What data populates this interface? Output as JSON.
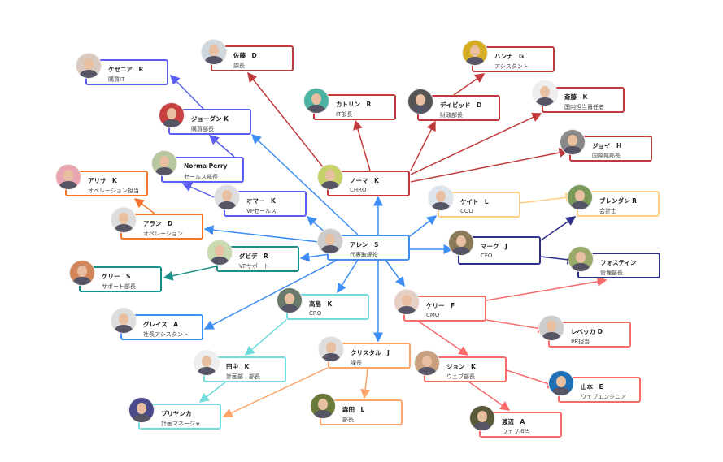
{
  "colors": {
    "ceo": "#3d8ef5",
    "hr": "#c0393b",
    "sales": "#5b5ef0",
    "ops": "#f4742b",
    "coo": "#ffcf83",
    "finance": "#2d2f8a",
    "support": "#1d8f8a",
    "cro": "#74dcdc",
    "marketing": "#f86a6a",
    "manager": "#ffa56b"
  },
  "nodes": {
    "allen": {
      "name": "アレン　S",
      "role": "代表取締役"
    },
    "norma": {
      "name": "ノーマ　K",
      "role": "CHRO"
    },
    "sato": {
      "name": "佐藤　D",
      "role": "課長"
    },
    "catalin": {
      "name": "カトリン　R",
      "role": "IT部長"
    },
    "david": {
      "name": "デイビッド　D",
      "role": "財政部長"
    },
    "hanna": {
      "name": "ハンナ　G",
      "role": "アシスタント"
    },
    "saito": {
      "name": "斎藤　K",
      "role": "国内担当責任者"
    },
    "joy": {
      "name": "ジョイ　H",
      "role": "国際部部長"
    },
    "xenia": {
      "name": "ケセニア　R",
      "role": "購買IT"
    },
    "jordan": {
      "name": "ジョーダン K",
      "role": "購買部長"
    },
    "normaperry": {
      "name": "Norma Perry",
      "role": "セールス部長"
    },
    "omar": {
      "name": "オマー　K",
      "role": "VPセールス"
    },
    "alisa": {
      "name": "アリサ　K",
      "role": "オペレーション担当"
    },
    "alan": {
      "name": "アラン　D",
      "role": "オペレーション"
    },
    "davide": {
      "name": "ダビデ　R",
      "role": "VPサポート"
    },
    "kerrys": {
      "name": "ケリー　S",
      "role": "サポート部長"
    },
    "grace": {
      "name": "グレイス　A",
      "role": "社長アシスタント"
    },
    "takashima": {
      "name": "高島　K",
      "role": "CRO"
    },
    "tanaka": {
      "name": "田中　K",
      "role": "計画部　部長"
    },
    "priyanka": {
      "name": "プリヤンカ",
      "role": "計画マネージャ"
    },
    "crystal": {
      "name": "クリスタル　J",
      "role": "課長"
    },
    "morita": {
      "name": "森田　L",
      "role": "部長"
    },
    "kate": {
      "name": "ケイト　L",
      "role": "COO"
    },
    "brendan": {
      "name": "ブレンダン R",
      "role": "会計士"
    },
    "mark": {
      "name": "マーク　J",
      "role": "CFO"
    },
    "faustin": {
      "name": "フォスティン",
      "role": "管理部長"
    },
    "kerryf": {
      "name": "ケリー　F",
      "role": "CMO"
    },
    "rebecca": {
      "name": "レベッカ D",
      "role": "PR担当"
    },
    "john": {
      "name": "ジョン　K",
      "role": "ウェブ部長"
    },
    "yamamoto": {
      "name": "山本　E",
      "role": "ウェブエンジニア"
    },
    "watanabe": {
      "name": "渡辺　A",
      "role": "ウェブ担当"
    }
  }
}
